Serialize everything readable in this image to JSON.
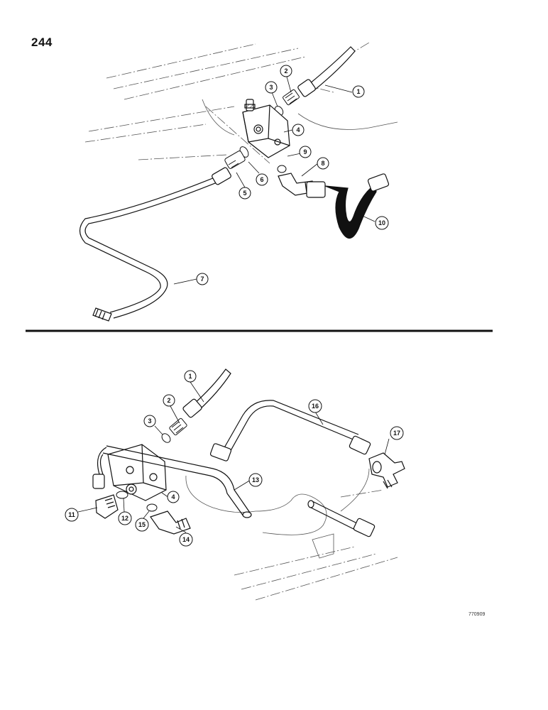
{
  "page": {
    "number": "244",
    "ref_code": "770909"
  },
  "callouts_top": [
    {
      "label": "1"
    },
    {
      "label": "2"
    },
    {
      "label": "3"
    },
    {
      "label": "4"
    },
    {
      "label": "5"
    },
    {
      "label": "6"
    },
    {
      "label": "7"
    },
    {
      "label": "8"
    },
    {
      "label": "9"
    },
    {
      "label": "10"
    }
  ],
  "callouts_bottom": [
    {
      "label": "1"
    },
    {
      "label": "2"
    },
    {
      "label": "3"
    },
    {
      "label": "4"
    },
    {
      "label": "11"
    },
    {
      "label": "12"
    },
    {
      "label": "13"
    },
    {
      "label": "14"
    },
    {
      "label": "15"
    },
    {
      "label": "16"
    },
    {
      "label": "17"
    }
  ]
}
